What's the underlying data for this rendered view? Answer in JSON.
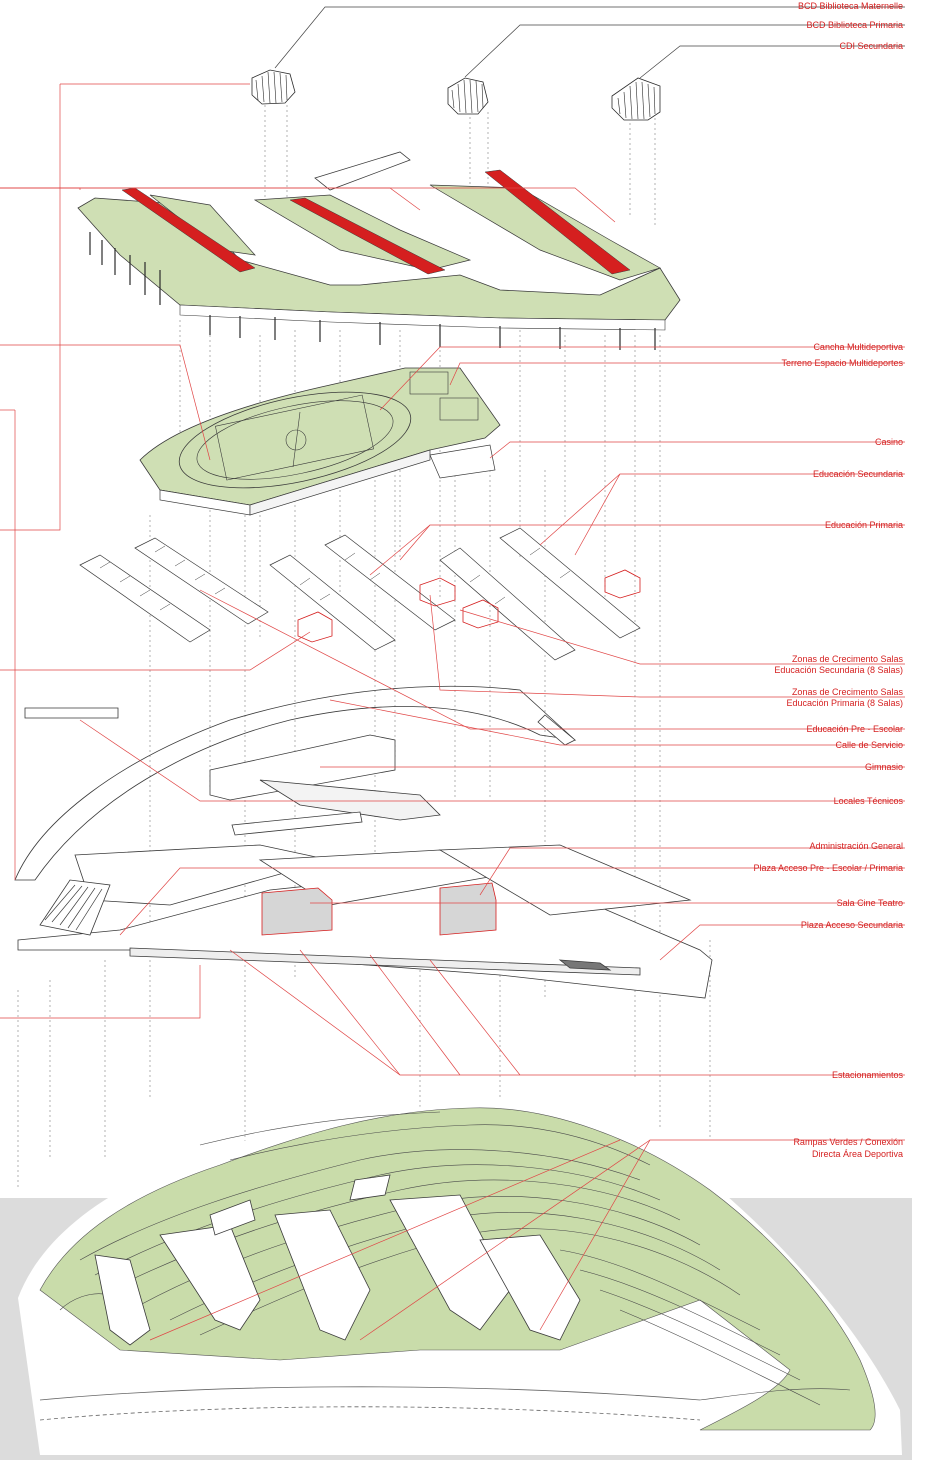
{
  "colors": {
    "accent_red": "#d51f1f",
    "leader_red": "#e04646",
    "green_fill": "#cfdfb4",
    "terrain_green": "#c9dcaa",
    "ground_gray": "#dcdcdc",
    "line_dark": "#3a3a3a",
    "line_light": "#9a9a9a"
  },
  "labels": {
    "bcd_maternelle": "BCD Biblioteca Maternelle",
    "bcd_primaria": "BCD Biblioteca Primaria",
    "cdi_secundaria": "CDI Secundaria",
    "cancha": "Cancha Multideportiva",
    "terreno": "Terreno Espacio Multideportes",
    "casino": "Casino",
    "edu_secundaria": "Educación Secundaria",
    "edu_primaria": "Educación Primaria",
    "zonas_sec_1": "Zonas de Crecimento Salas",
    "zonas_sec_2": "Educación Secundaria (8 Salas)",
    "zonas_pri_1": "Zonas de Crecimento Salas",
    "zonas_pri_2": "Educación Primaria (8 Salas)",
    "pre_escolar": "Educación Pre - Escolar",
    "calle": "Calle de Servicio",
    "gimnasio": "Gimnasio",
    "locales": "Locales Técnicos",
    "administracion": "Administración General",
    "plaza_pre": "Plaza Acceso Pre - Escolar / Primaria",
    "sala_cine": "Sala Cine Teatro",
    "plaza_sec": "Plaza Acceso Secundaria",
    "estacionamientos": "Estacionamientos",
    "rampas_1": "Rampas Verdes / Conexión",
    "rampas_2": "Directa Área Deportiva"
  }
}
